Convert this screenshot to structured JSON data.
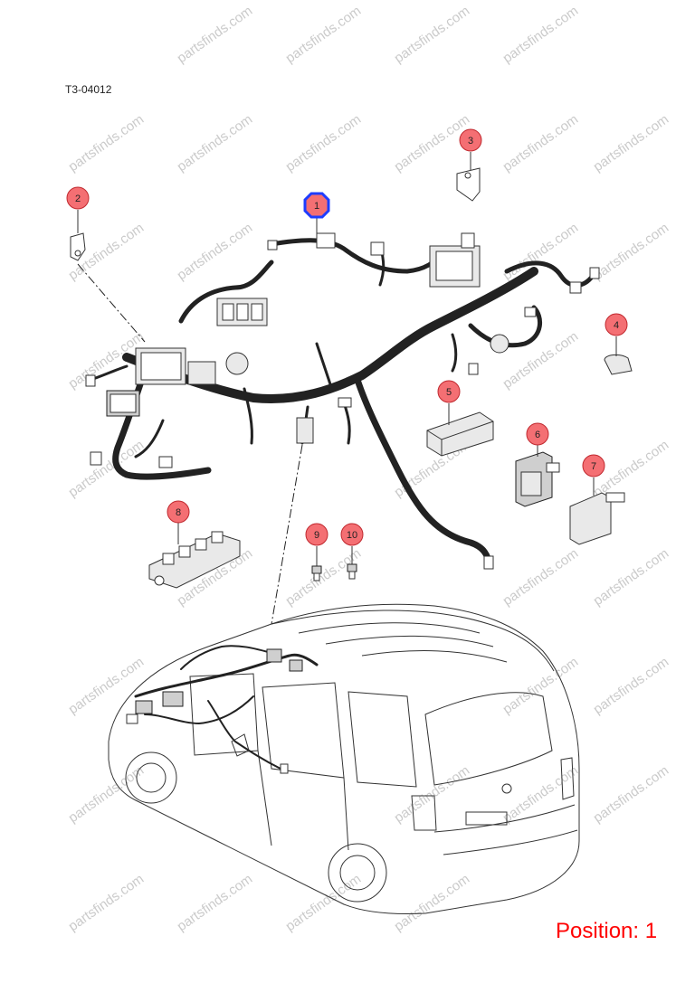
{
  "diagram_code": "T3-04012",
  "position_label": "Position: 1",
  "watermark_text": "partsfinds.com",
  "selected_callout": "1",
  "colors": {
    "callout_fill": "#f46f73",
    "callout_stroke": "#c0292f",
    "selected_stroke": "#1e3cff",
    "position_text": "#ff0000"
  },
  "callouts": [
    {
      "number": "1",
      "selected": true
    },
    {
      "number": "2"
    },
    {
      "number": "3"
    },
    {
      "number": "4"
    },
    {
      "number": "5"
    },
    {
      "number": "6"
    },
    {
      "number": "7"
    },
    {
      "number": "8"
    },
    {
      "number": "9"
    },
    {
      "number": "10"
    }
  ]
}
